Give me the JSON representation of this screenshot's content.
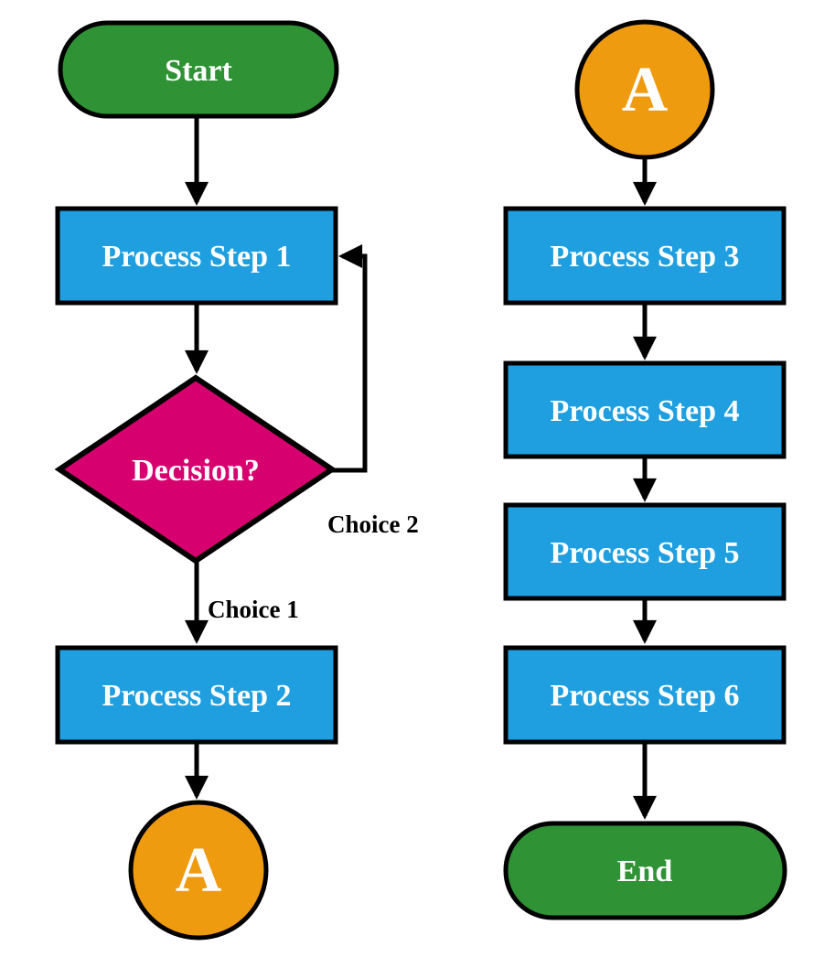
{
  "colors": {
    "terminator_fill": "#2F9235",
    "process_fill": "#1F9FDF",
    "decision_fill": "#D6006F",
    "connector_fill": "#EF9B0F",
    "node_text": "#FFFFFF",
    "edge_label_text": "#000000",
    "line": "#000000",
    "background": "#FFFFFF"
  },
  "flowchart": {
    "nodes": [
      {
        "id": "start",
        "type": "terminator",
        "label": "Start"
      },
      {
        "id": "process1",
        "type": "process",
        "label": "Process Step 1"
      },
      {
        "id": "decision",
        "type": "decision",
        "label": "Decision?"
      },
      {
        "id": "process2",
        "type": "process",
        "label": "Process Step 2"
      },
      {
        "id": "connector-a-left",
        "type": "connector",
        "label": "A"
      },
      {
        "id": "connector-a-right",
        "type": "connector",
        "label": "A"
      },
      {
        "id": "process3",
        "type": "process",
        "label": "Process Step 3"
      },
      {
        "id": "process4",
        "type": "process",
        "label": "Process Step 4"
      },
      {
        "id": "process5",
        "type": "process",
        "label": "Process Step 5"
      },
      {
        "id": "process6",
        "type": "process",
        "label": "Process Step 6"
      },
      {
        "id": "end",
        "type": "terminator",
        "label": "End"
      }
    ],
    "edges": [
      {
        "from": "start",
        "to": "process1",
        "label": ""
      },
      {
        "from": "process1",
        "to": "decision",
        "label": ""
      },
      {
        "from": "decision",
        "to": "process2",
        "label": "Choice 1"
      },
      {
        "from": "decision",
        "to": "process1",
        "label": "Choice 2"
      },
      {
        "from": "process2",
        "to": "connector-a-left",
        "label": ""
      },
      {
        "from": "connector-a-right",
        "to": "process3",
        "label": ""
      },
      {
        "from": "process3",
        "to": "process4",
        "label": ""
      },
      {
        "from": "process4",
        "to": "process5",
        "label": ""
      },
      {
        "from": "process5",
        "to": "process6",
        "label": ""
      },
      {
        "from": "process6",
        "to": "end",
        "label": ""
      }
    ]
  }
}
